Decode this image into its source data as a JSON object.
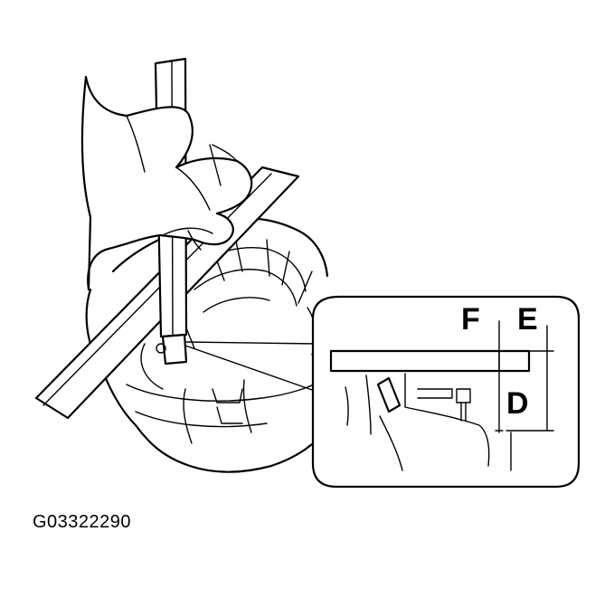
{
  "diagram": {
    "callouts": {
      "f": "F",
      "e": "E",
      "d": "D"
    },
    "figure_code": "G03322290"
  },
  "colors": {
    "ink": "#000000",
    "background": "#ffffff"
  }
}
